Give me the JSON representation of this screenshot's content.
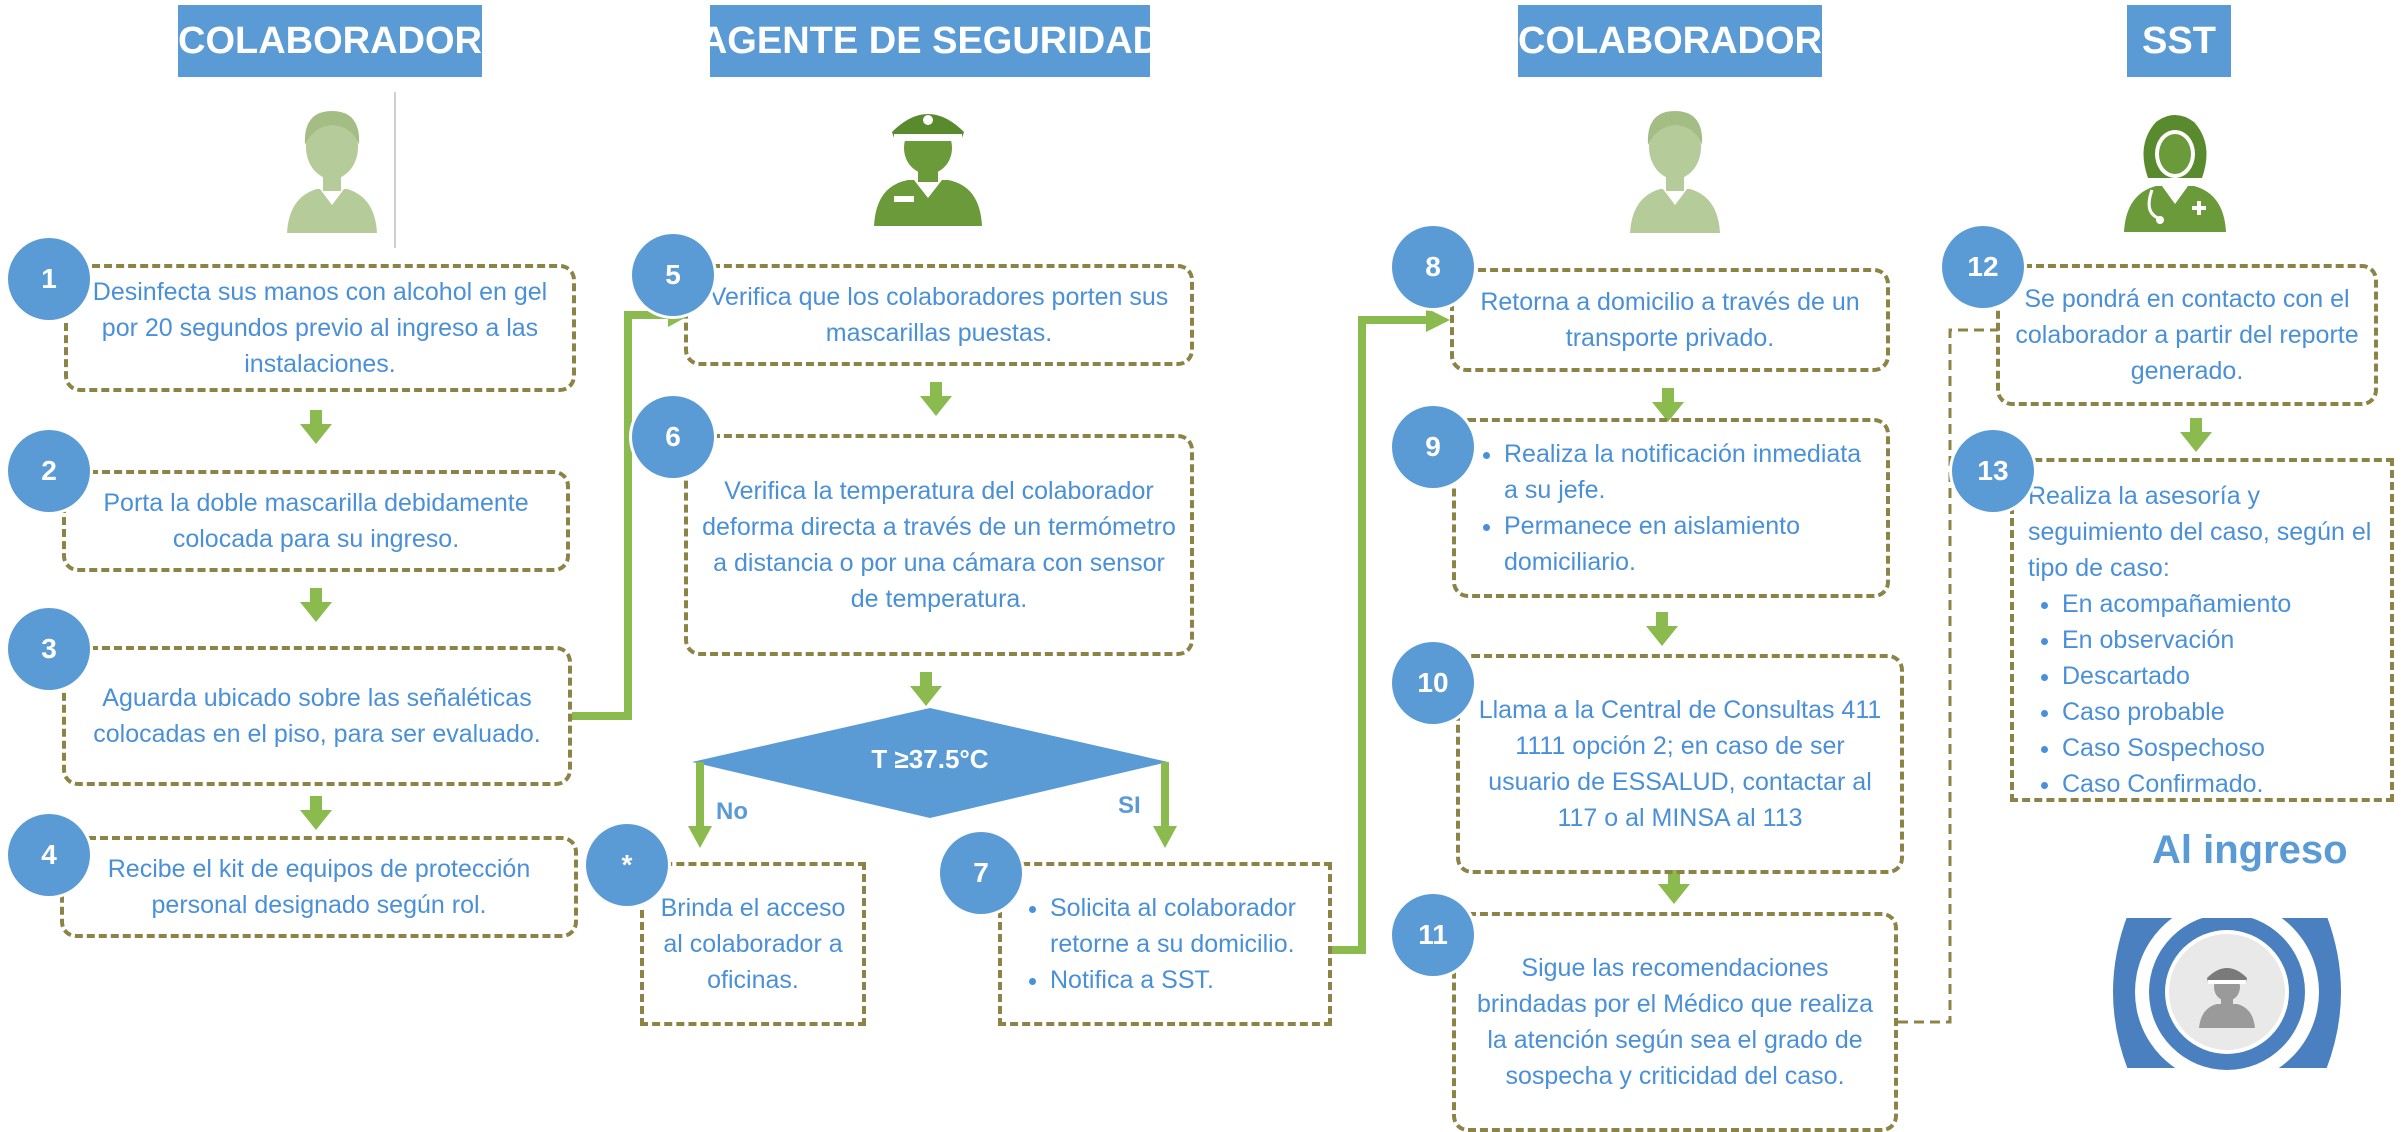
{
  "headers": {
    "col1": "COLABORADOR",
    "col2": "AGENTE DE SEGURIDAD",
    "col3": "COLABORADOR",
    "col4": "SST"
  },
  "steps": {
    "s1": {
      "num": "1",
      "text": "Desinfecta sus manos con alcohol en gel por 20 segundos previo al ingreso a las instalaciones."
    },
    "s2": {
      "num": "2",
      "text": "Porta la doble mascarilla debidamente colocada para su ingreso."
    },
    "s3": {
      "num": "3",
      "text": "Aguarda ubicado sobre las señaléticas colocadas en el piso,  para ser evaluado."
    },
    "s4": {
      "num": "4",
      "text": "Recibe el kit de equipos de protección personal designado según rol."
    },
    "s5": {
      "num": "5",
      "text": "Verifica que los colaboradores porten sus mascarillas puestas."
    },
    "s6": {
      "num": "6",
      "text": "Verifica la temperatura del colaborador deforma directa a través de un termómetro a distancia o por una cámara con sensor de temperatura."
    },
    "star": {
      "num": "*",
      "text": "Brinda el acceso al colaborador a oficinas."
    },
    "s7": {
      "num": "7",
      "items": [
        "Solicita al colaborador retorne a su domicilio.",
        "Notifica a SST."
      ]
    },
    "s8": {
      "num": "8",
      "text": "Retorna a domicilio a través de un transporte privado."
    },
    "s9": {
      "num": "9",
      "items": [
        "Realiza la notificación inmediata a su jefe.",
        "Permanece en aislamiento domiciliario."
      ]
    },
    "s10": {
      "num": "10",
      "text": "Llama a la Central de Consultas 411 1111 opción 2; en caso de ser usuario de ESSALUD, contactar al 117 o al MINSA al 113"
    },
    "s11": {
      "num": "11",
      "text": "Sigue las recomendaciones brindadas por el Médico que realiza la atención según sea el grado de sospecha y criticidad del caso."
    },
    "s12": {
      "num": "12",
      "text": "Se pondrá en contacto con el colaborador a partir del reporte generado."
    },
    "s13": {
      "num": "13",
      "intro": "Realiza la asesoría y seguimiento del caso, según el tipo de caso:",
      "items": [
        "En acompañamiento",
        "En observación",
        "Descartado",
        "Caso probable",
        "Caso Sospechoso",
        "Caso Confirmado."
      ]
    }
  },
  "decision": {
    "text": "T ≥37.5°C",
    "no": "No",
    "si": "SI"
  },
  "footer": {
    "title": "Al ingreso"
  },
  "icons": {
    "person1": "person-icon",
    "guard": "security-guard-icon",
    "person2": "person-icon",
    "doctor": "doctor-icon",
    "logo": "guard-badge-logo"
  },
  "colors": {
    "accent_blue": "#5b9bd5",
    "text_blue": "#4a90d9",
    "arrow_green": "#8bba4f",
    "icon_green": "#6a9a3a",
    "icon_light_green": "#b5cc9a",
    "dashed_border": "#8c8447"
  }
}
